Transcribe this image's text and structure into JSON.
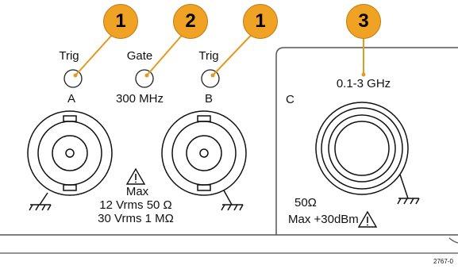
{
  "panel": {
    "trig_a_label": "Trig",
    "trig_a_channel": "A",
    "gate_label": "Gate",
    "gate_freq": "300 MHz",
    "trig_b_label": "Trig",
    "trig_b_channel": "B",
    "max_label": "Max",
    "max_spec_1": "12 Vrms 50 Ω",
    "max_spec_2": "30 Vrms 1 MΩ",
    "c_freq": "0.1-3 GHz",
    "c_label": "C",
    "c_impedance": "50Ω",
    "c_max": "Max +30dBm",
    "figure_id": "2767-0"
  },
  "callouts": [
    {
      "number": "1",
      "target": "trig-a-led"
    },
    {
      "number": "2",
      "target": "gate-led"
    },
    {
      "number": "1",
      "target": "trig-b-led"
    },
    {
      "number": "3",
      "target": "c-freq-label"
    }
  ],
  "colors": {
    "callout_fill": "#f0a224",
    "callout_line": "#e39a1e",
    "line_art": "#111111",
    "panel_outline": "#555555"
  },
  "icons": [
    "warning-icon",
    "ground-icon",
    "bnc-connector-icon",
    "led-indicator-icon"
  ]
}
